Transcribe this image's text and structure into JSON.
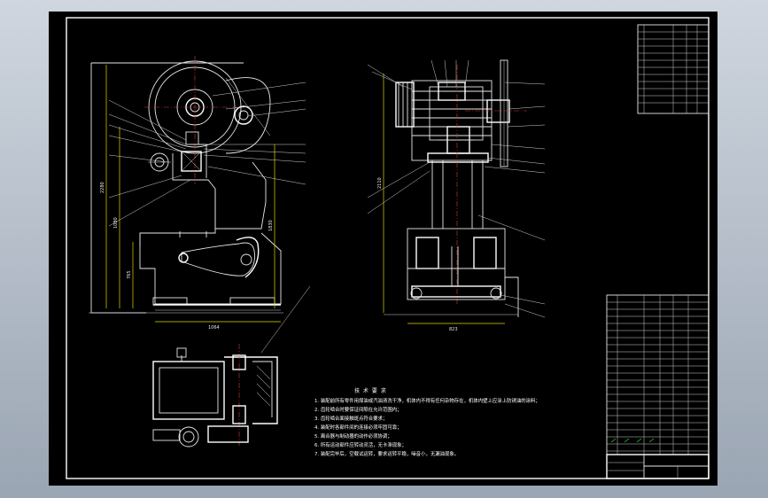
{
  "drawing": {
    "tech_requirements": {
      "title": "技 术 要 求",
      "lines": [
        "1. 装配前所有零件用煤油或汽油清洗干净，机体内不得有任何杂物存在，机体内壁上应涂上防锈油的涂料；",
        "2. 齿轮啮合时要保证间隙在允许范围内；",
        "3. 齿轮啮合面接触斑点符合要求；",
        "4. 装配时各部件间的连接必须牢固可靠；",
        "5. 离合器与制动器的动作必须协调；",
        "6. 所有运动部件应转动灵活，无卡滞现象；",
        "7. 装配完毕后，空载试运转，要求运转平稳，噪音小，无漏油现象。"
      ]
    },
    "dimensions": {
      "front_overall_height": "2280",
      "front_mid_height": "1080",
      "front_right_height": "1830",
      "front_lower_height": "765",
      "front_width": "1064",
      "side_height": "2110",
      "side_width": "823"
    },
    "colors": {
      "background": "#000000",
      "lines": "#e8e8e8",
      "dimension": "#e6d400",
      "centerline": "#d23a3a",
      "frame": "#ffffff",
      "outer": "#b4bdc8"
    }
  }
}
